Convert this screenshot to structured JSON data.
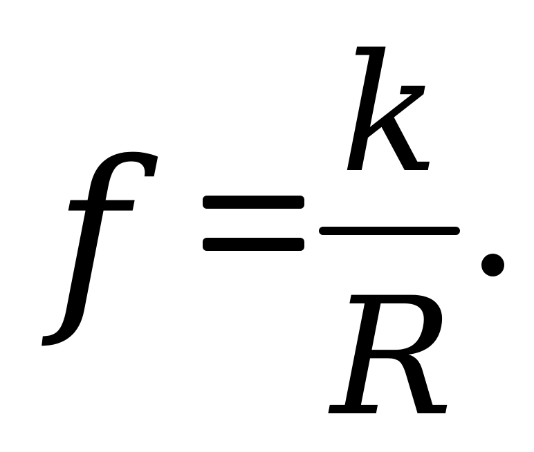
{
  "formula": {
    "lhs_variable": "f",
    "relation": "=",
    "fraction": {
      "numerator": "k",
      "denominator": "R"
    },
    "trailing_punctuation": "."
  }
}
